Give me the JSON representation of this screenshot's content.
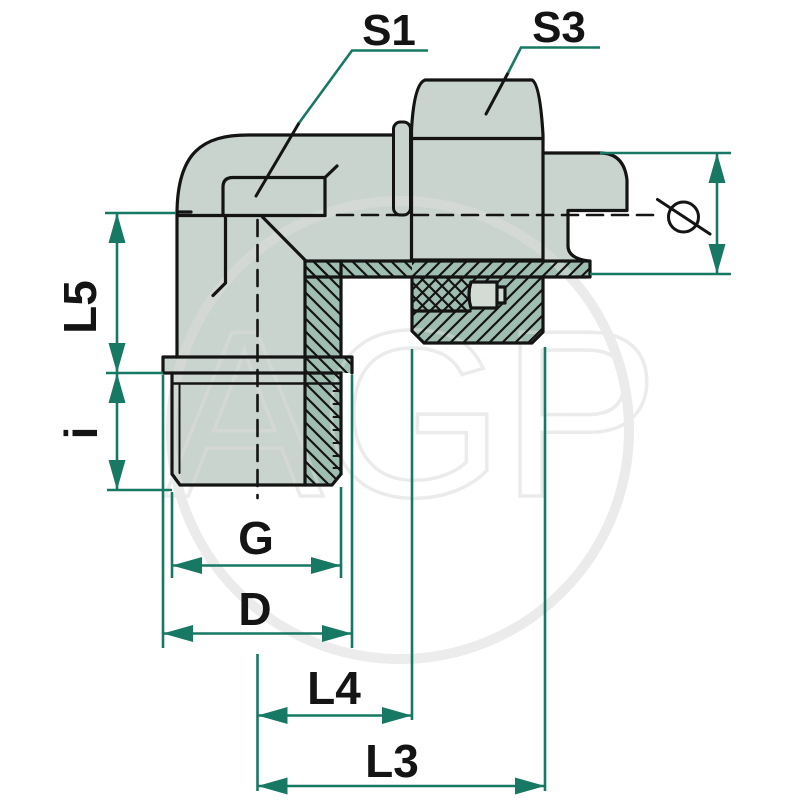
{
  "drawing": {
    "type": "technical-drawing",
    "description": "90-degree elbow hydraulic compression fitting, half section view with union nut and cutting ring",
    "watermark": "AGP",
    "labels": {
      "s1": "S1",
      "s3": "S3",
      "l5": "L5",
      "i": "i",
      "g": "G",
      "d": "D",
      "l4": "L4",
      "l3": "L3",
      "diameter": "Ø"
    },
    "colors": {
      "dimension_lines": "#177864",
      "body_fill": "#c9d4ce",
      "section_fill": "#9fbeb1",
      "ring_fill": "#d2dcd5",
      "outline": "#141414",
      "watermark": "#dcdcdc"
    }
  }
}
